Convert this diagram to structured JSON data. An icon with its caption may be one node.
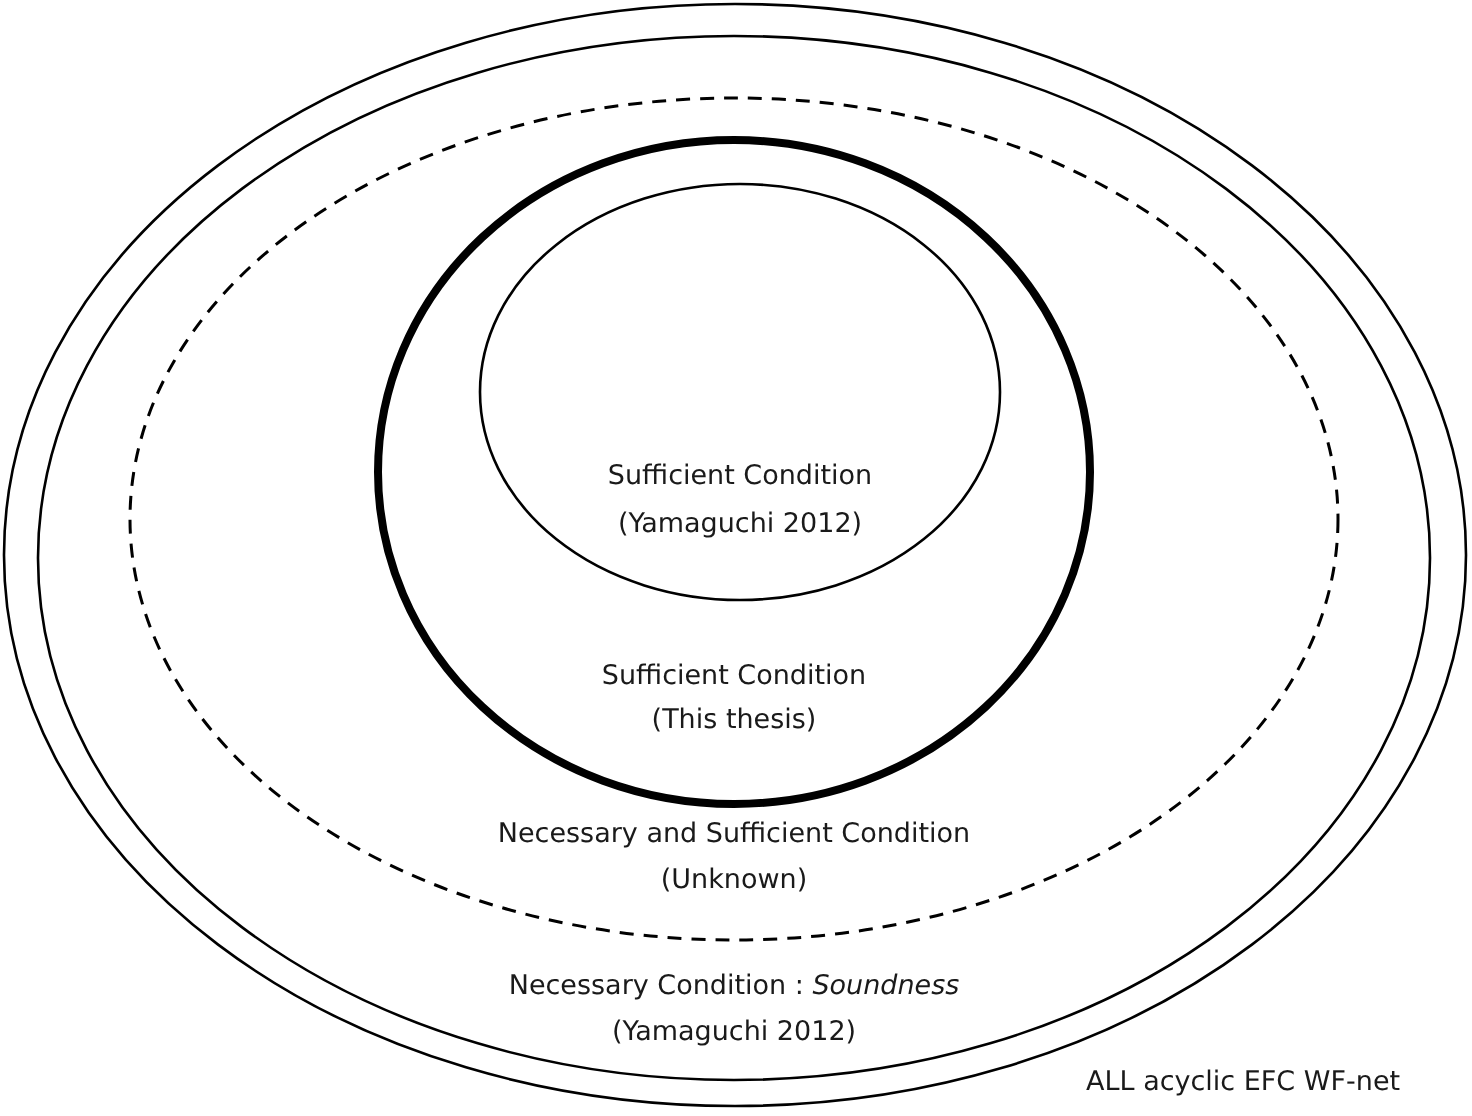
{
  "diagram": {
    "nodes": [
      {
        "text": [
          "ALL acyclic EFC WF-net"
        ]
      },
      {
        "text": [
          "Necessary Condition : *Soundness*",
          "(Yamaguchi 2012)"
        ],
        "in": 0
      },
      {
        "text": [
          "Necessary and Sufficient Condition",
          "(Unknown)"
        ],
        "in": 1
      },
      {
        "text": [
          "Sufficient Condition",
          "(This thesis)"
        ],
        "in": 2
      },
      {
        "text": [
          "Sufficient Condition",
          "(Yamaguchi 2012)"
        ],
        "in": 3
      }
    ]
  }
}
